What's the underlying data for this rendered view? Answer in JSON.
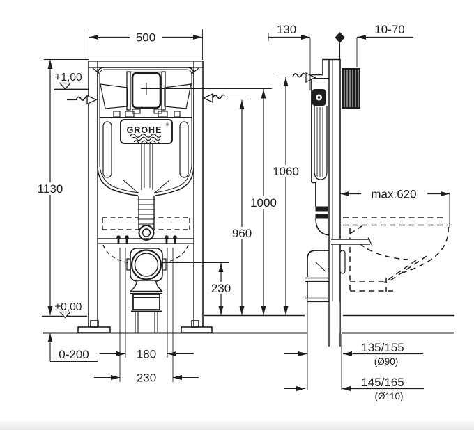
{
  "brand": {
    "name": "GROHE",
    "registered": "®"
  },
  "front_view": {
    "width_mm": "500",
    "total_height_mm": "1130",
    "upper_level": "+1,00",
    "floor_level": "±0,00",
    "floor_buildup_range": "0-200",
    "fixing_spacing_inner": "180",
    "fixing_spacing_outer": "230"
  },
  "side_view": {
    "frame_depth": "130",
    "wall_clearance": "10-70",
    "water_supply_height": "1060",
    "ref_height_1000": "1000",
    "ref_height_960": "960",
    "outlet_center_height": "230",
    "bowl_projection": "max.620",
    "outlet_offset_d90": "135/155",
    "outlet_diameter_90": "(Ø90)",
    "outlet_offset_d110": "145/165",
    "outlet_diameter_110": "(Ø110)"
  }
}
